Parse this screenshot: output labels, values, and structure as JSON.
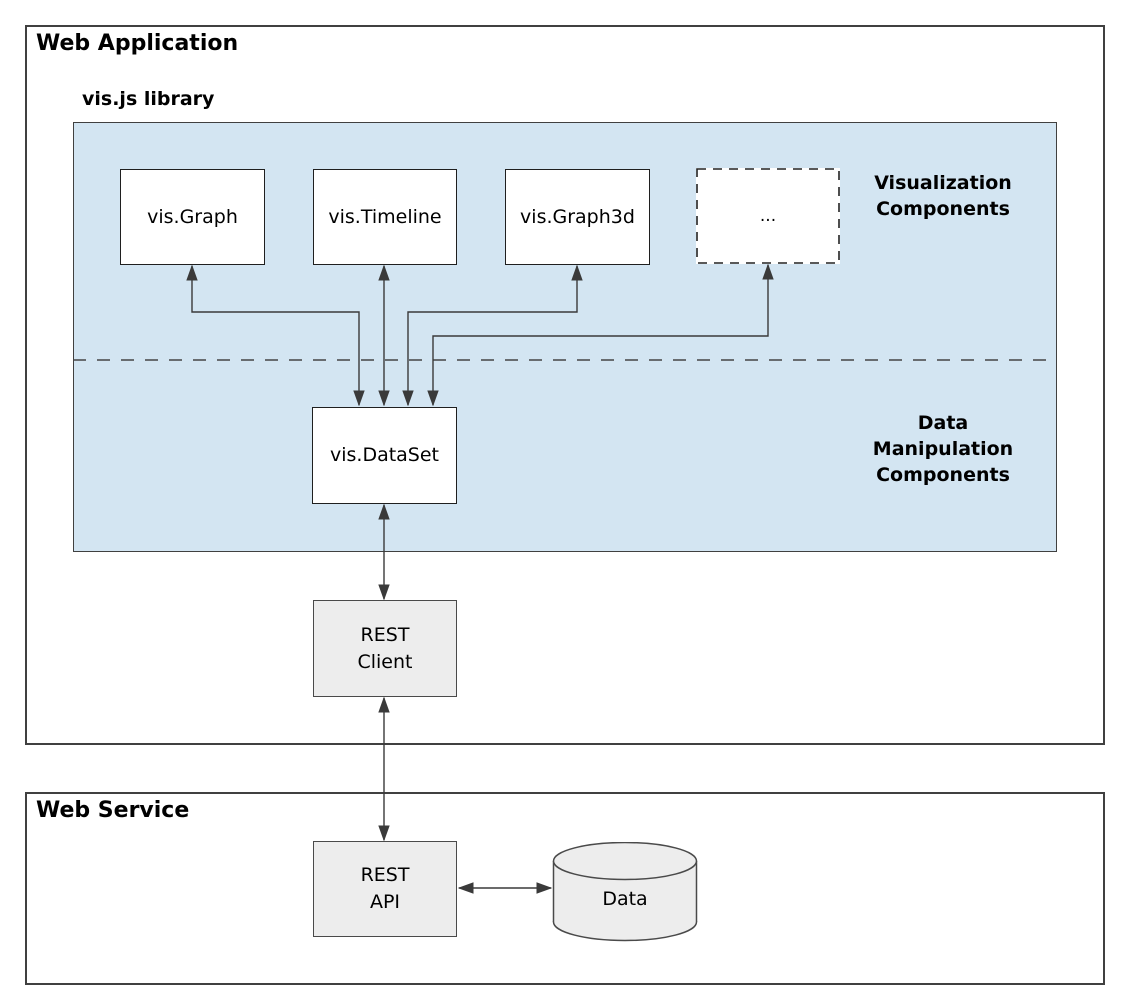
{
  "diagram": {
    "web_application": {
      "title": "Web Application"
    },
    "visjs_library": {
      "label": "vis.js library"
    },
    "web_service": {
      "title": "Web Service"
    },
    "nodes": {
      "vis_graph": "vis.Graph",
      "vis_timeline": "vis.Timeline",
      "vis_graph3d": "vis.Graph3d",
      "more_components": "...",
      "vis_dataset": "vis.DataSet",
      "rest_client": "REST\nClient",
      "rest_api": "REST\nAPI",
      "data_store": "Data"
    },
    "section_labels": {
      "visualization": "Visualization\nComponents",
      "data_manipulation": "Data\nManipulation\nComponents"
    },
    "edges": [
      {
        "from": "vis.Graph",
        "to": "vis.DataSet",
        "bidirectional": true
      },
      {
        "from": "vis.Timeline",
        "to": "vis.DataSet",
        "bidirectional": true
      },
      {
        "from": "vis.Graph3d",
        "to": "vis.DataSet",
        "bidirectional": true
      },
      {
        "from": "...",
        "to": "vis.DataSet",
        "bidirectional": true
      },
      {
        "from": "vis.DataSet",
        "to": "REST Client",
        "bidirectional": true
      },
      {
        "from": "REST Client",
        "to": "REST API",
        "bidirectional": true
      },
      {
        "from": "REST API",
        "to": "Data",
        "bidirectional": true
      }
    ],
    "colors": {
      "panel_blue": "#d3e5f2",
      "node_gray": "#ededed",
      "line": "#3a3a3a",
      "border": "#404040",
      "text": "#000000"
    }
  }
}
